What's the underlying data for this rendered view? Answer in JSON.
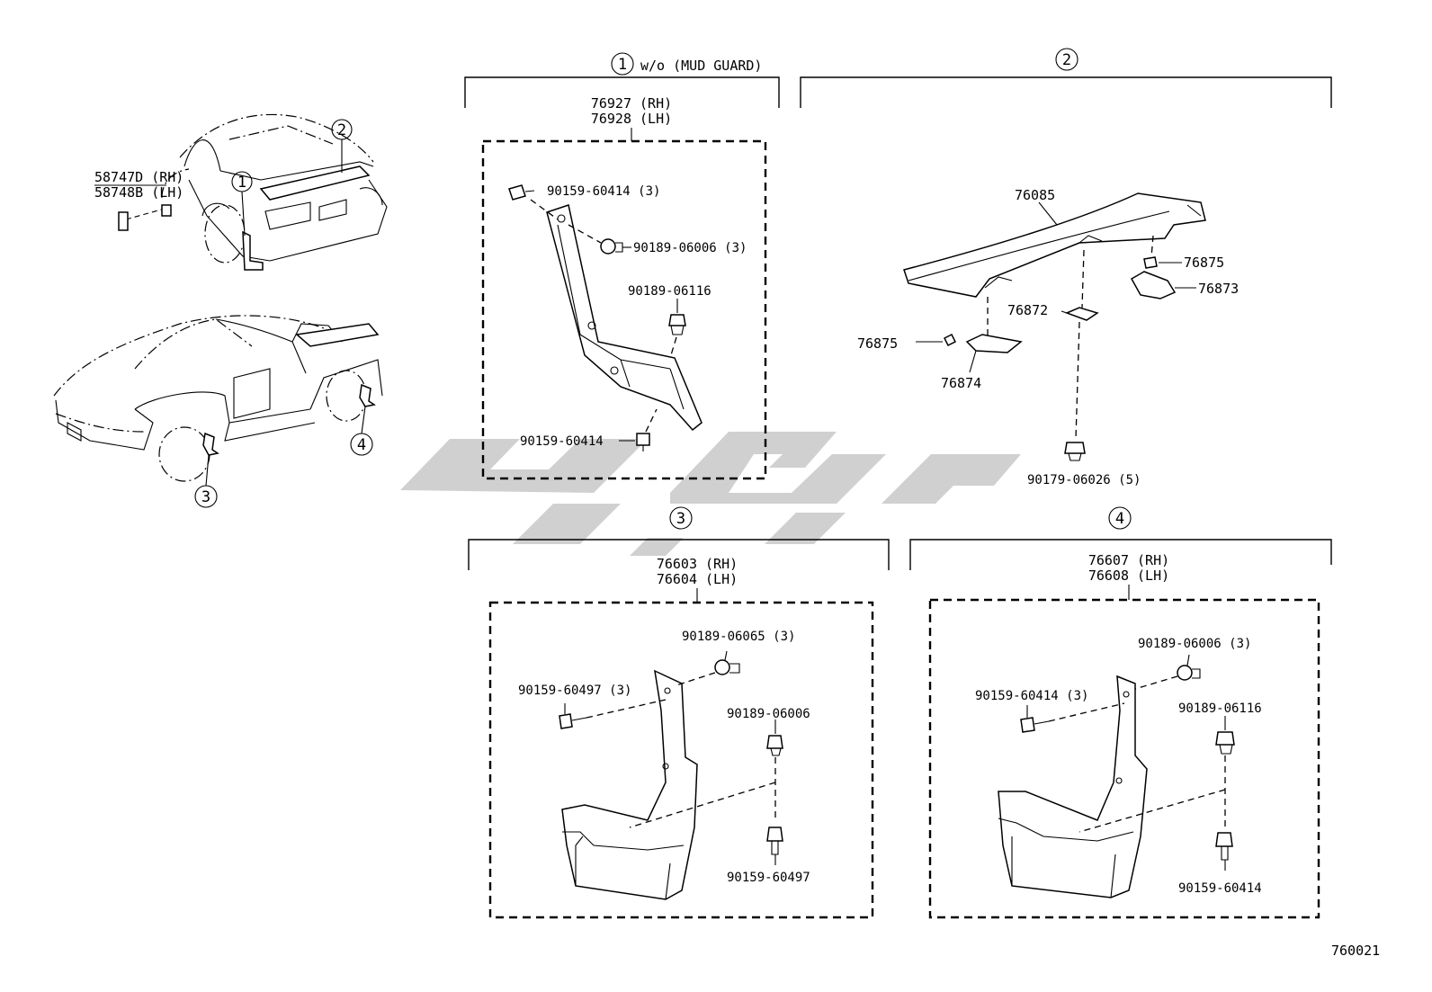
{
  "car_views": {
    "rear_labels": [
      "58747D (RH)",
      "58748B (LH)"
    ],
    "rear_callouts": [
      "1",
      "2"
    ],
    "front_callouts": [
      "3",
      "4"
    ]
  },
  "sections": [
    {
      "callout": "1",
      "title": "w/o (MUD GUARD)",
      "headers": [
        "76927 (RH)",
        "76928 (LH)"
      ],
      "parts": [
        "90159-60414 (3)",
        "90189-06006 (3)",
        "90189-06116",
        "90159-60414"
      ]
    },
    {
      "callout": "2",
      "title": "",
      "parts": [
        "76085",
        "76875",
        "76873",
        "76872",
        "76875",
        "76874",
        "90179-06026 (5)"
      ]
    },
    {
      "callout": "3",
      "title": "",
      "headers": [
        "76603 (RH)",
        "76604 (LH)"
      ],
      "parts": [
        "90189-06065 (3)",
        "90159-60497 (3)",
        "90189-06006",
        "90159-60497"
      ]
    },
    {
      "callout": "4",
      "title": "",
      "headers": [
        "76607 (RH)",
        "76608 (LH)"
      ],
      "parts": [
        "90189-06006 (3)",
        "90159-60414 (3)",
        "90189-06116",
        "90159-60414"
      ]
    }
  ],
  "diagram_id": "760021",
  "colors": {
    "line": "#000000",
    "watermark": "#c8c8c8",
    "background": "#ffffff"
  }
}
